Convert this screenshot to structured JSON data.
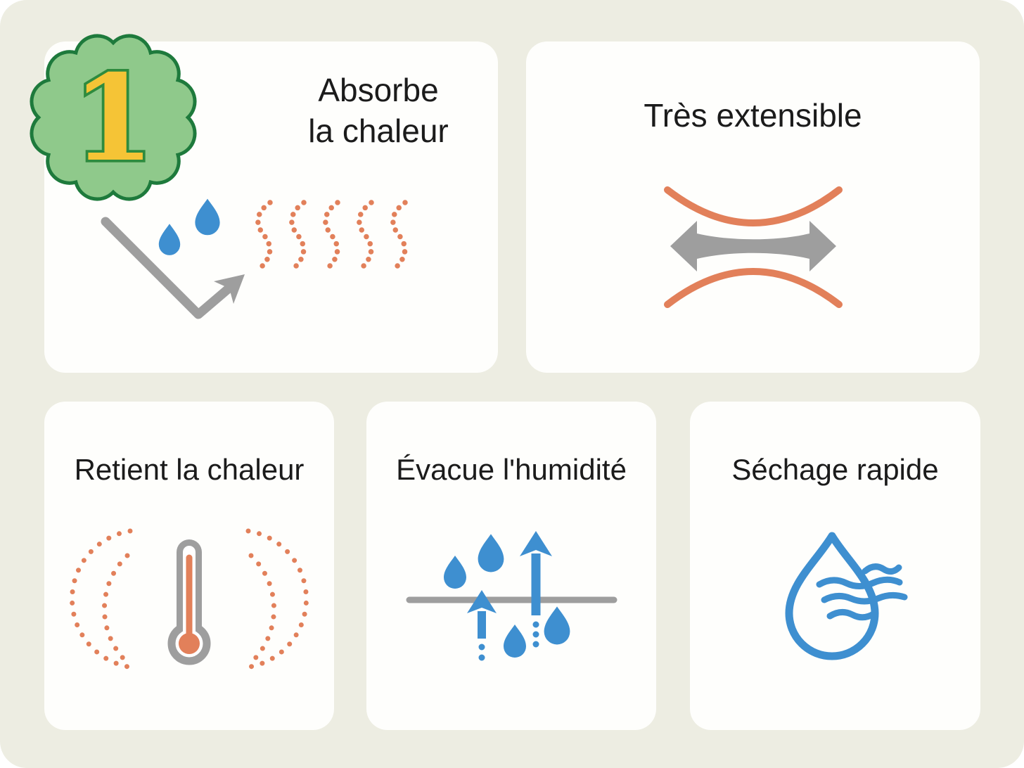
{
  "badge": {
    "number": "1"
  },
  "colors": {
    "background": "#edede2",
    "card": "#fefefc",
    "text": "#1b1b1b",
    "gray": "#9e9e9e",
    "orange": "#e2805a",
    "blue": "#3e8fd0",
    "badge_fill": "#8fc98b",
    "badge_stroke": "#1e7a3c",
    "number_fill": "#f5c436",
    "number_stroke": "#2e8b3e"
  },
  "cards": [
    {
      "label": "Absorbe\nla chaleur",
      "icon": "heat-absorption-icon"
    },
    {
      "label": "Très extensible",
      "icon": "stretch-arrow-icon"
    },
    {
      "label": "Retient la chaleur",
      "icon": "thermometer-heat-icon"
    },
    {
      "label": "Évacue l'humidité",
      "icon": "moisture-wicking-icon"
    },
    {
      "label": "Séchage rapide",
      "icon": "quick-dry-icon"
    }
  ]
}
